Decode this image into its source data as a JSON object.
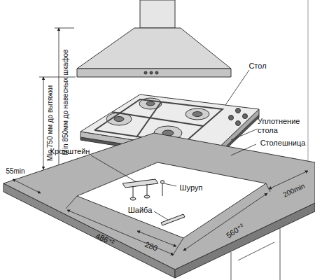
{
  "diagram": {
    "labels": [
      "Min 750 мм до вытяжки",
      "Min 850мм до навесных шкафов",
      "Стол",
      "Уплотнение стола",
      "Столешница",
      "Кронштейн",
      "Шуруп",
      "Шайба",
      "55min",
      "486⁺²",
      "280",
      "560⁺²",
      "200min"
    ]
  }
}
